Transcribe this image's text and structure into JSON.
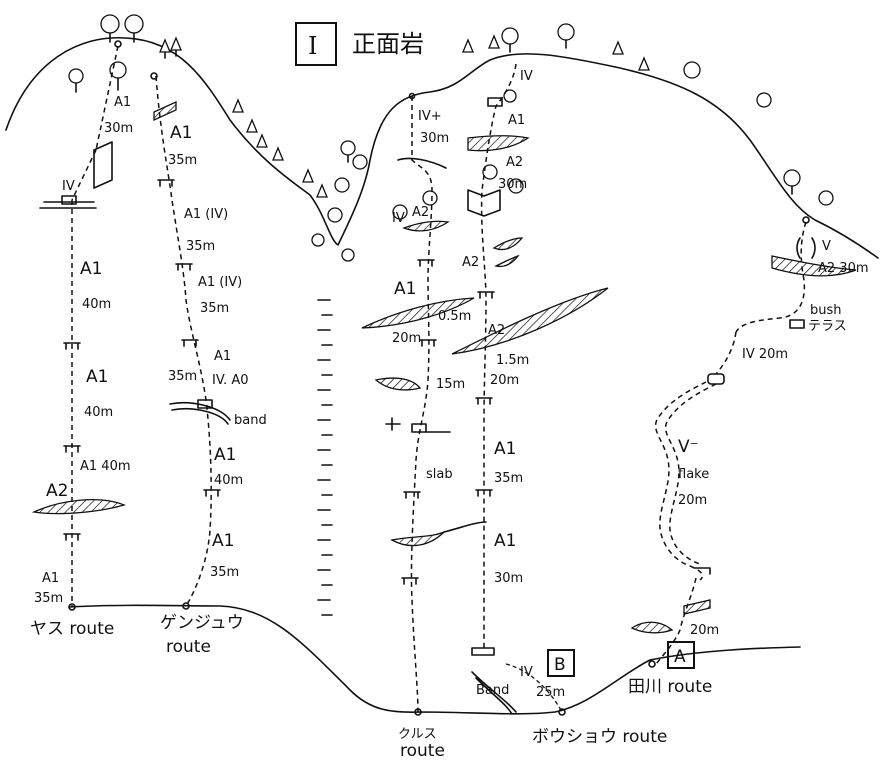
{
  "title": {
    "numeral": "I",
    "text": "正面岩"
  },
  "routes": [
    {
      "id": "yasu",
      "name": "ヤス route",
      "pitches": [
        "A1 30m",
        "A1 40m",
        "A1 40m",
        "A1 40m",
        "A1 35m"
      ],
      "grades": [
        "IV",
        "A2"
      ]
    },
    {
      "id": "genzyu",
      "name_line1": "ゲンジュウ",
      "name_line2": "route",
      "pitches": [
        "A1 35m",
        "A1 (IV) 35m",
        "A1 (IV) 35m",
        "A1 IV. A0 35m",
        "A1 40m",
        "A1 35m"
      ],
      "features": [
        "band"
      ]
    },
    {
      "id": "kurusu",
      "name_line1": "クルス",
      "name_line2": "route",
      "pitches": [
        "IV+ 30m",
        "A2",
        "A1",
        "20m",
        "15m",
        "slab"
      ],
      "features": [
        "0.5m"
      ]
    },
    {
      "id": "bosyou",
      "name": "ボウショウ route",
      "pitches": [
        "IV",
        "A1",
        "A2 30m",
        "A2",
        "A2 1.5m 20m",
        "A1 35m",
        "A1 30m"
      ]
    },
    {
      "id": "tagawa",
      "name": "田川 route",
      "marker": "A",
      "pitches": [
        "V A2 30m",
        "IV 20m",
        "V- flake 20m",
        "20m"
      ],
      "features": [
        "bush",
        "テラス"
      ]
    }
  ],
  "variant_b": {
    "marker": "B",
    "grade": "IV",
    "band": "Band",
    "length": "25m"
  },
  "labels": {
    "yasu_A1_top": "A1",
    "yasu_30m": "30m",
    "yasu_IV": "IV",
    "yasu_A1_40a": "A1",
    "yasu_40a": "40m",
    "yasu_A1_40b": "A1",
    "yasu_40b": "40m",
    "yasu_A1_40c": "A1 40m",
    "yasu_A2": "A2",
    "yasu_A1_35": "A1",
    "yasu_35m": "35m",
    "gen_A1_a": "A1",
    "gen_35a": "35m",
    "gen_A1IV_a": "A1 (IV)",
    "gen_35b": "35m",
    "gen_A1IV_b": "A1 (IV)",
    "gen_35c": "35m",
    "gen_A1_c": "A1",
    "gen_35d": "35m",
    "gen_IVA0": "IV. A0",
    "gen_band": "band",
    "gen_A1_e": "A1",
    "gen_40": "40m",
    "gen_A1_f": "A1",
    "gen_35f": "35m",
    "kur_IVplus": "IV+",
    "kur_30m": "30m",
    "kur_IV": "IV",
    "kur_A2": "A2",
    "kur_A1": "A1",
    "kur_05m": "0.5m",
    "kur_20m": "20m",
    "kur_15m": "15m",
    "kur_slab": "slab",
    "bos_IV": "IV",
    "bos_A1": "A1",
    "bos_A2a": "A2",
    "bos_30m": "30m",
    "bos_A2b": "A2",
    "bos_A2c": "A2",
    "bos_15m": "1.5m",
    "bos_20m": "20m",
    "bos_A1a": "A1",
    "bos_35m": "35m",
    "bos_A1b": "A1",
    "bos_30mb": "30m",
    "tag_V": "V",
    "tag_A2_30": "A2 30m",
    "tag_bush": "bush",
    "tag_terrace": "テラス",
    "tag_IV20": "IV 20m",
    "tag_Vminus": "V⁻",
    "tag_flake": "flake",
    "tag_20a": "20m",
    "tag_20b": "20m"
  }
}
